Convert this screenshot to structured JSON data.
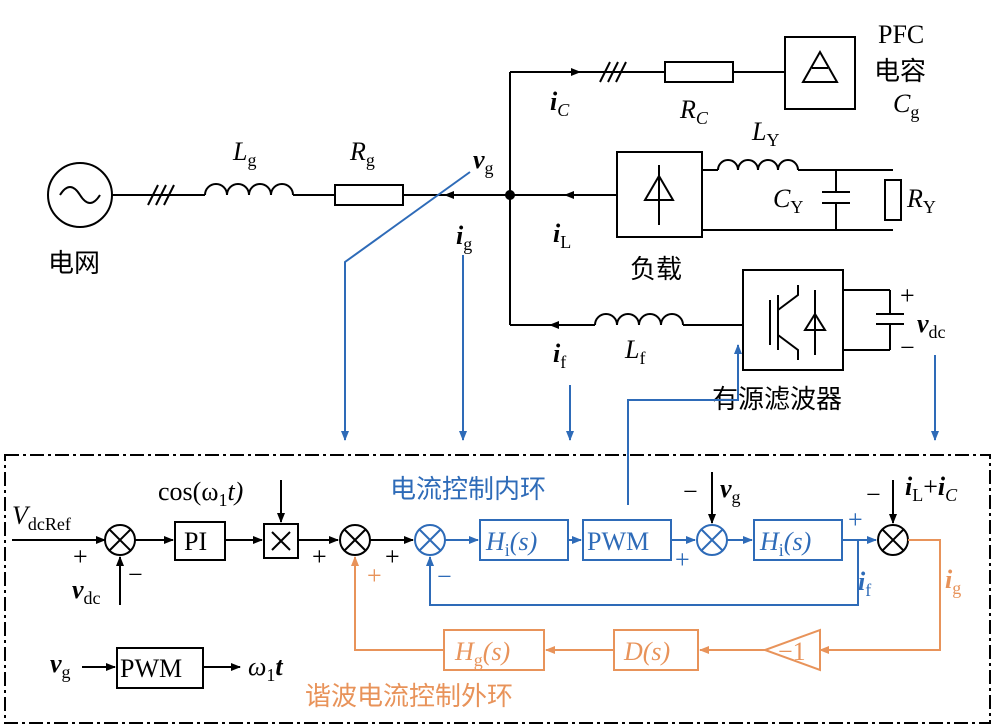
{
  "labels": {
    "grid": "电网",
    "Lg": "L",
    "Lg_sub": "g",
    "Rg": "R",
    "Rg_sub": "g",
    "vg_top": "v",
    "vg_top_sub": "g",
    "ig": "i",
    "ig_sub": "g",
    "iC": "i",
    "iC_sub": "C",
    "RC": "R",
    "RC_sub": "C",
    "pfc_line1": "PFC",
    "pfc_line2": "电容",
    "Cg": "C",
    "Cg_sub": "g",
    "LY": "L",
    "LY_sub": "Y",
    "CY": "C",
    "CY_sub": "Y",
    "RY": "R",
    "RY_sub": "Y",
    "iL": "i",
    "iL_sub": "L",
    "load": "负载",
    "if": "i",
    "if_sub": "f",
    "Lf": "L",
    "Lf_sub": "f",
    "vdc": "v",
    "vdc_sub": "dc",
    "apf": "有源滤波器",
    "inner_loop": "电流控制内环",
    "outer_loop": "谐波电流控制外环",
    "Vdcref": "V",
    "Vdcref_sub": "dcRef",
    "vdc_fb": "v",
    "vdc_fb_sub": "dc",
    "PI": "PI",
    "cos": "cos(ω",
    "cos_sub": "1",
    "cos_end": "t)",
    "Hi1": "H",
    "Hi_sub": "i",
    "Hi_arg": "(s)",
    "PWM": "PWM",
    "vg_ctrl": "v",
    "vg_ctrl_sub": "g",
    "iLiC": "i",
    "iLiC_sub1": "L",
    "iLiC_plus": "+",
    "iLiC_i2": "i",
    "iLiC_sub2": "C",
    "if_fb": "i",
    "if_fb_sub": "f",
    "ig_fb": "i",
    "ig_fb_sub": "g",
    "Hg": "H",
    "Hg_sub": "g",
    "Hg_arg": "(s)",
    "D": "D(s)",
    "neg1": "−1",
    "pll_vg": "v",
    "pll_vg_sub": "g",
    "pll_PWM": "PWM",
    "pll_out": "ω",
    "pll_out_sub": "1",
    "pll_out_t": "t"
  },
  "colors": {
    "inner": "#2e6bb8",
    "outer": "#e8935a"
  }
}
